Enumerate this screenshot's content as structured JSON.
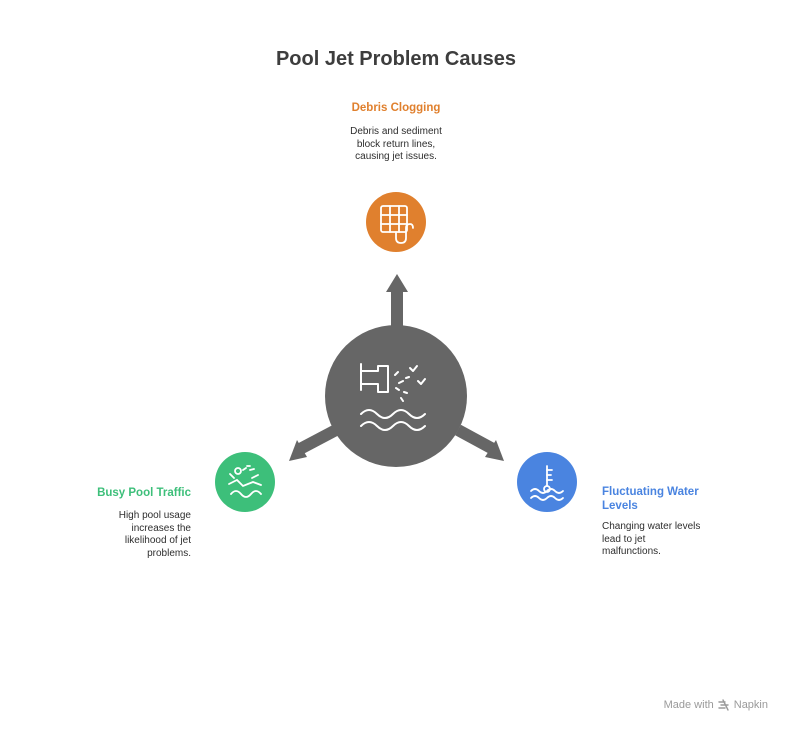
{
  "title": "Pool Jet Problem Causes",
  "colors": {
    "center": "#666666",
    "debris": "#e0802e",
    "traffic": "#3dbf7a",
    "water": "#4a84e0"
  },
  "center": {
    "icon": "pool-jet-icon"
  },
  "causes": [
    {
      "label": "Debris Clogging",
      "description": "Debris and sediment block return lines, causing jet issues.",
      "icon": "filter-grid-icon"
    },
    {
      "label": "Busy Pool Traffic",
      "description": "High pool usage increases the likelihood of jet problems.",
      "icon": "swimmer-icon"
    },
    {
      "label": "Fluctuating Water Levels",
      "description": "Changing water levels lead to jet malfunctions.",
      "icon": "water-level-icon"
    }
  ],
  "footer": {
    "text": "Made with",
    "brand": "Napkin",
    "icon": "napkin-logo-icon"
  }
}
